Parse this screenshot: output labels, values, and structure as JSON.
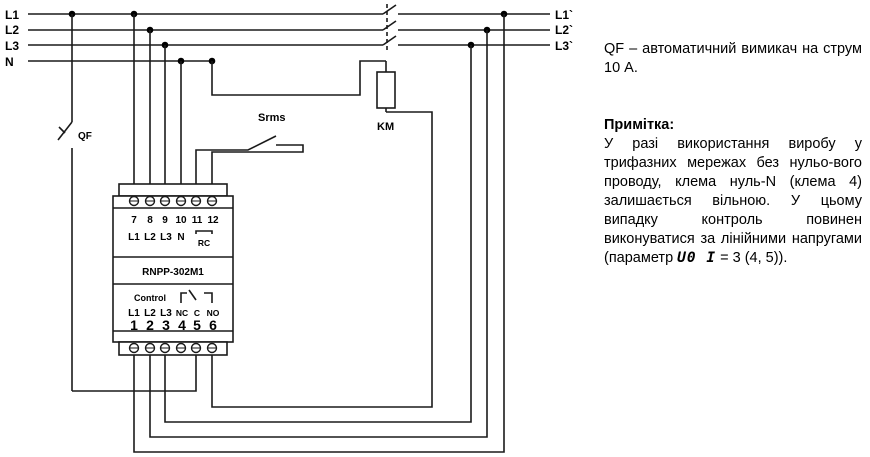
{
  "lines_left": {
    "l1": "L1",
    "l2": "L2",
    "l3": "L3",
    "n": "N"
  },
  "lines_right": {
    "l1": "L1`",
    "l2": "L2`",
    "l3": "L3`"
  },
  "qf_label": "QF",
  "km_label": "KM",
  "srms_label": "Srms",
  "device": {
    "model": "RNPP-302M1",
    "top_numbers": [
      "7",
      "8",
      "9",
      "10",
      "11",
      "12"
    ],
    "top_labels": {
      "l1": "L1",
      "l2": "L2",
      "l3": "L3",
      "n": "N",
      "rc": "RC"
    },
    "control_label": "Control",
    "bottom_labels": [
      "L1",
      "L2",
      "L3",
      "NC",
      "C",
      "NO"
    ],
    "bottom_numbers": [
      "1",
      "2",
      "3",
      "4",
      "5",
      "6"
    ]
  },
  "notes": {
    "qf_description": "QF – автоматичний вимикач на струм 10 А.",
    "title": "Примітка:",
    "body_before_param": " У разі використання виробу у трифазних мережах без нульо-вого проводу, клема нуль-N (клема 4) залишається вільною. У цьому випадку контроль повинен виконуватися за лінійними напругами (параметр ",
    "param": "U0 I",
    "body_after_param": " = 3 (4, 5))."
  }
}
